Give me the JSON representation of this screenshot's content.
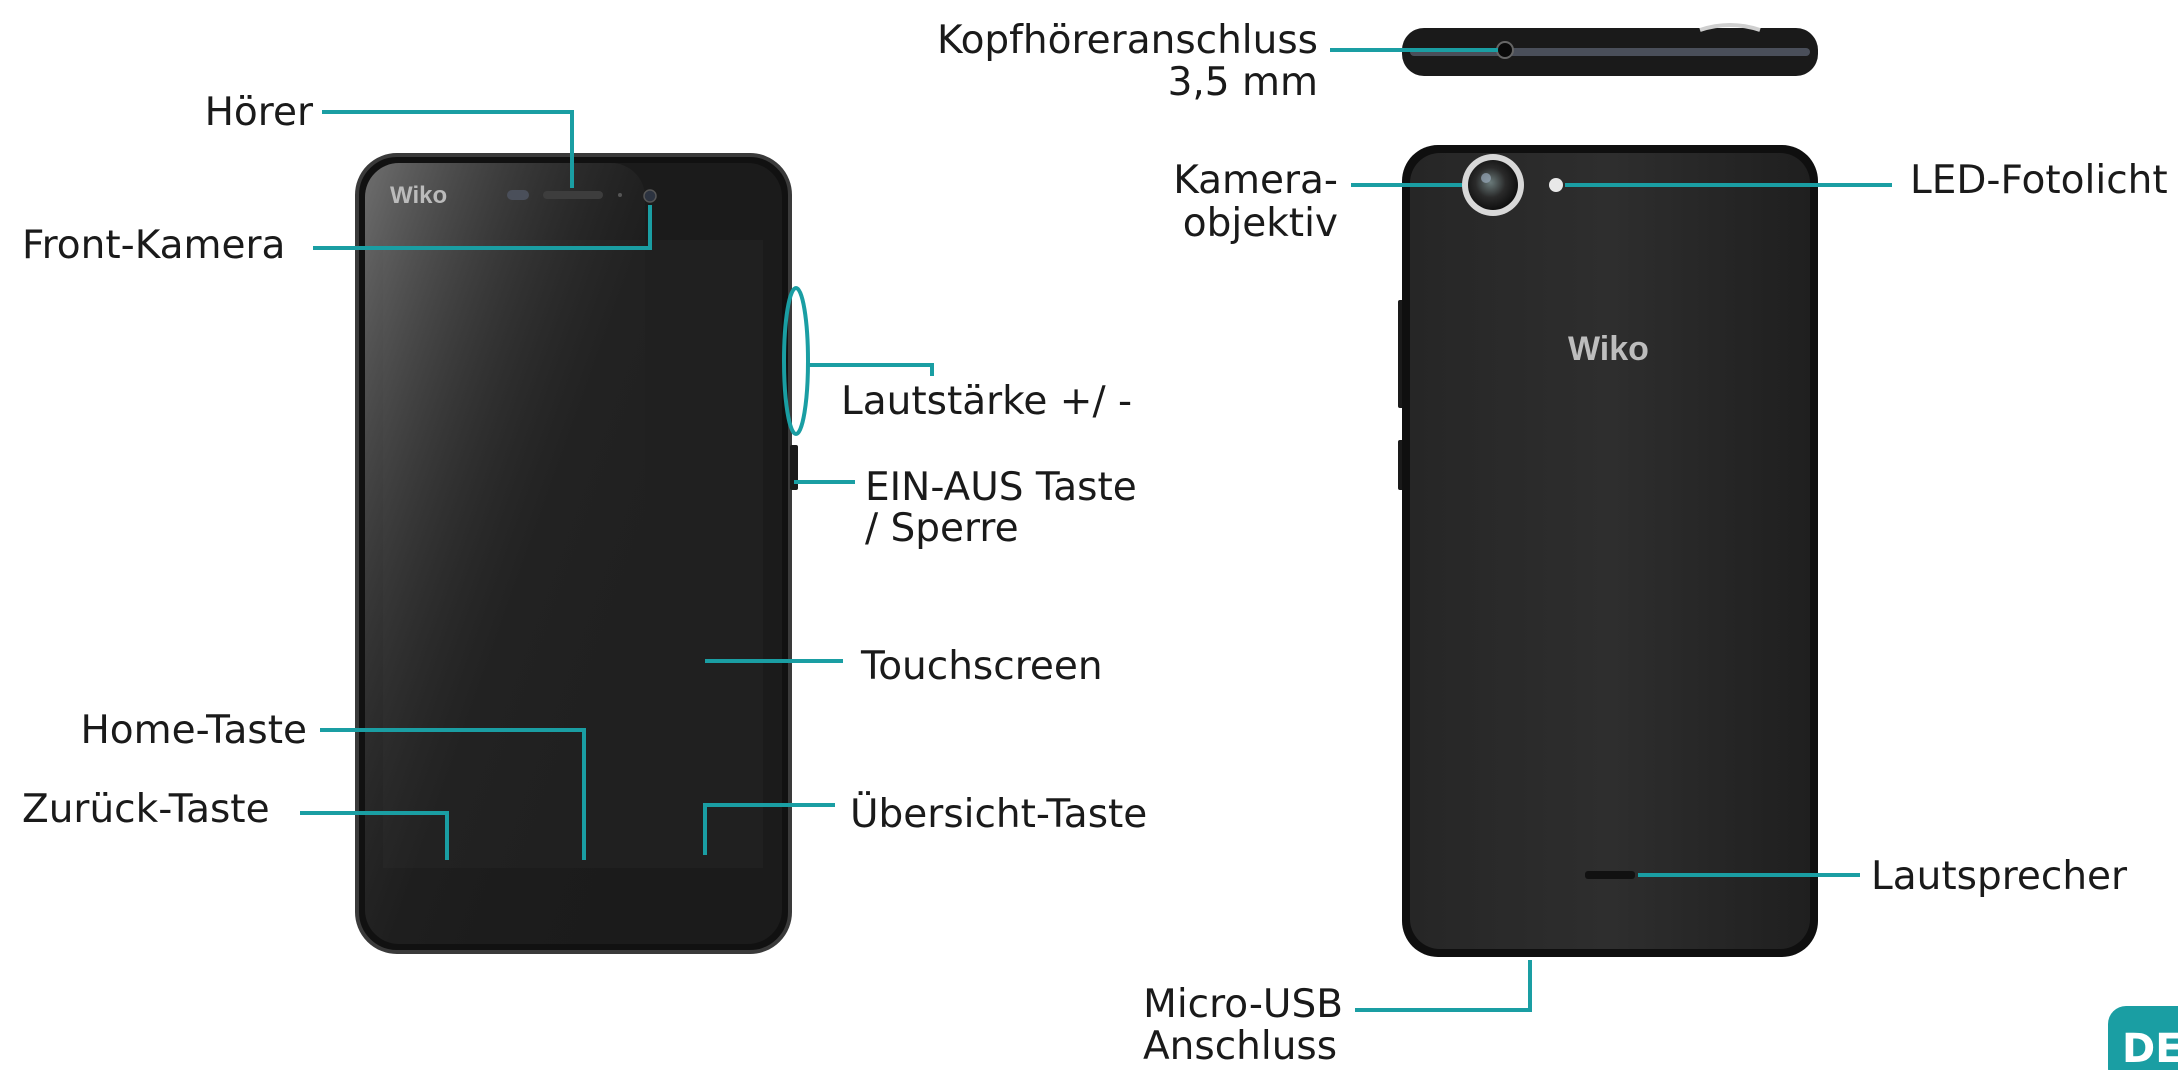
{
  "brand": "Wiko",
  "language_tab": "DE",
  "colors": {
    "leader": "#1a9ea3",
    "phone_body": "#141414",
    "label_text": "#1a1a1a",
    "language_tab": "#1a9ea3"
  },
  "labels": {
    "hoerer": "Hörer",
    "front_kamera": "Front-Kamera",
    "lautstaerke": "Lautstärke +/ -",
    "ein_aus": [
      "EIN-AUS Taste",
      "/ Sperre"
    ],
    "touchscreen": "Touchscreen",
    "home_taste": "Home-Taste",
    "zurueck_taste": "Zurück-Taste",
    "uebersicht_taste": "Übersicht-Taste",
    "kopfhoerer": [
      "Kopfhöreranschluss",
      "3,5 mm"
    ],
    "kamera": [
      "Kamera-",
      "objektiv"
    ],
    "led": "LED-Fotolicht",
    "lautsprecher": "Lautsprecher",
    "micro_usb": [
      "Micro-USB",
      "Anschluss"
    ]
  }
}
